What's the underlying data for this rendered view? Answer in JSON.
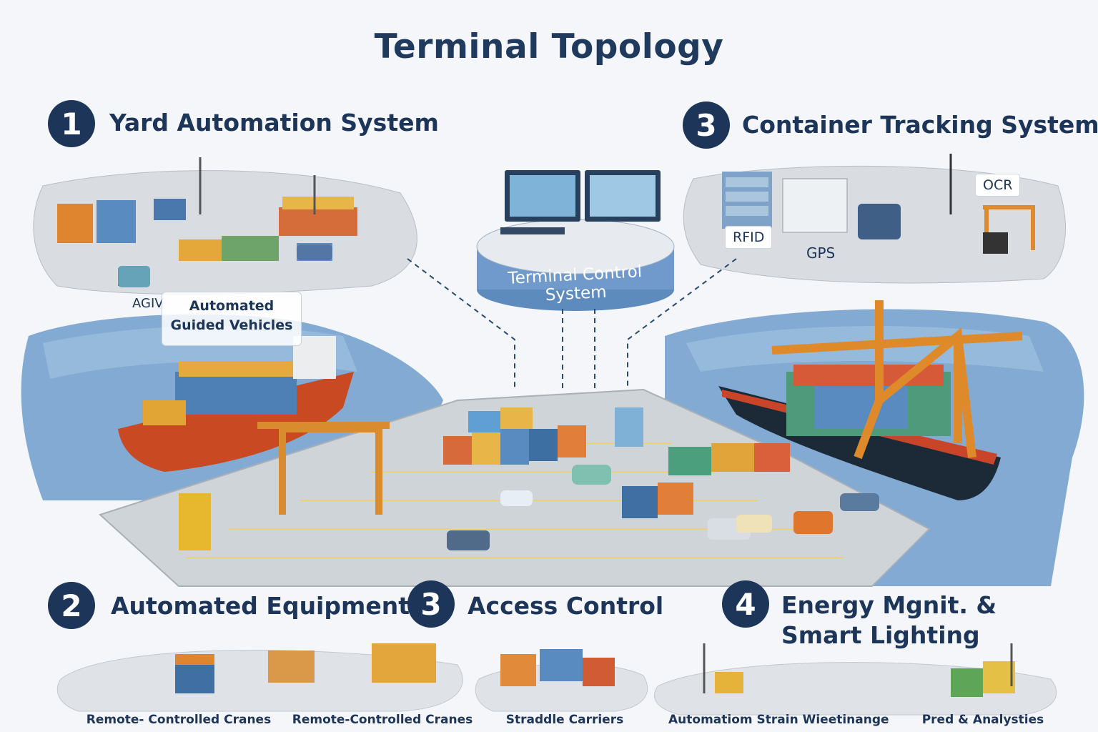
{
  "title": "Terminal Topology",
  "sections": {
    "yard": {
      "number": "1",
      "title": "Yard Automation System"
    },
    "tracking": {
      "number": "3",
      "title": "Container Tracking System"
    },
    "equipment": {
      "number": "2",
      "title": "Automated Equipment"
    },
    "access": {
      "number": "3",
      "title": "Access Control"
    },
    "energy": {
      "number": "4",
      "title": "Energy Mgnit. & Smart Lighting"
    }
  },
  "hub": {
    "label": "Terminal Control System"
  },
  "agv": {
    "short": "AGIV",
    "label": "Automated Guided Vehicles"
  },
  "tracking_tags": {
    "rfid": "RFID",
    "gps": "GPS",
    "ocr": "OCR"
  },
  "captions": [
    "Remote- Controlled Cranes",
    "Remote-Controlled Cranes",
    "Straddle Carriers",
    "Automatiom Strain Wieetinange",
    "Pred & Analysties"
  ],
  "colors": {
    "navy": "#1d3558",
    "sea": "#5f93c2",
    "ship_hull": "#c94a22",
    "crane": "#e0922f"
  }
}
